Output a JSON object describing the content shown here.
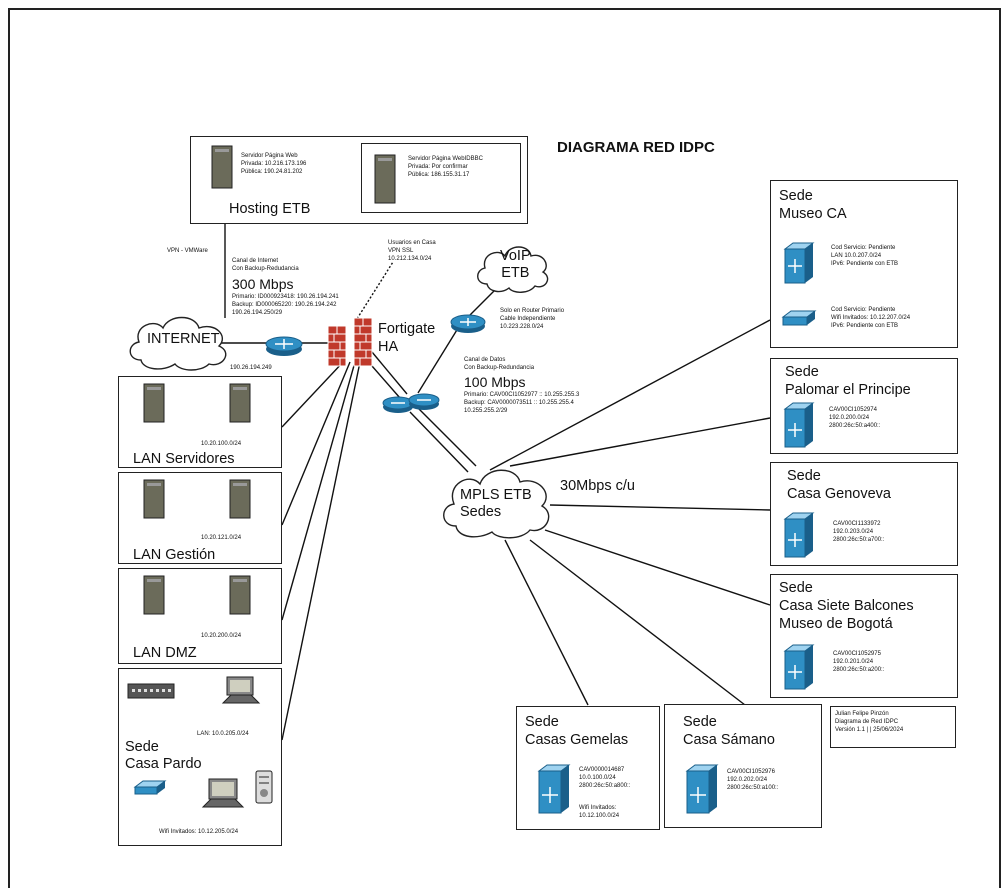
{
  "title": "DIAGRAMA RED IDPC",
  "hosting": {
    "label": "Hosting ETB",
    "server1": "Servidor Página Web\nPrivada: 10.216.173.196\nPública: 190.24.81.202",
    "server2": "Servidor Página WebIDBBC\nPrivada: Por confirmar\nPública: 186.155.31.17"
  },
  "vpn_vmware": "VPN - VMWare",
  "internet_channel": {
    "header": "Canal de Internet\nCon Backup-Redudancia",
    "speed": "300 Mbps",
    "details": "Primario: ID000923418: 190.26.194.241\nBackup: ID000065220: 190.26.194.242\n190.26.194.250/29"
  },
  "vpn_users": "Usuarios en Casa\nVPN SSL\n10.212.134.0/24",
  "voip": {
    "label": "VoIP\nETB"
  },
  "voip_router": "Solo en Router Primario\nCable Independiente\n10.223.228.0/24",
  "internet": {
    "label": "INTERNET",
    "ip": "190.26.194.249"
  },
  "firewall": {
    "label": "Fortigate\nHA"
  },
  "data_channel": {
    "header": "Canal de Datos\nCon Backup-Redundancia",
    "speed": "100 Mbps",
    "details": "Primario: CAV00CI1052977 :: 10.255.255.3\nBackup: CAV0000073511 :: 10.255.255.4\n10.255.255.2/29"
  },
  "mpls": {
    "label": "MPLS ETB\nSedes",
    "speed": "30Mbps c/u"
  },
  "lans": [
    {
      "label": "LAN Servidores",
      "ip": "10.20.100.0/24"
    },
    {
      "label": "LAN Gestión",
      "ip": "10.20.121.0/24"
    },
    {
      "label": "LAN DMZ",
      "ip": "10.20.200.0/24"
    }
  ],
  "casa_pardo": {
    "label": "Sede\nCasa Pardo",
    "lan": "LAN: 10.0.205.0/24",
    "wifi": "Wifi Invitados: 10.12.205.0/24"
  },
  "sites": {
    "museo_ca": {
      "label": "Sede\nMuseo CA",
      "info1": "Cod Servicio: Pendiente\nLAN 10.0.207.0/24\nIPv6: Pendiente con ETB",
      "info2": "Cod Servicio: Pendiente\nWifi Invitados: 10.12.207.0/24\nIPv6: Pendiente con ETB"
    },
    "palomar": {
      "label": "Sede\nPalomar el Principe",
      "info": "CAV00CI1052974\n192.0.200.0/24\n2800:26c:50:a400::"
    },
    "genoveva": {
      "label": "Sede\nCasa Genoveva",
      "info": "CAV00CI1133972\n192.0.203.0/24\n2800:26c:50:a700::"
    },
    "siete_balcones": {
      "label": "Sede\nCasa Siete Balcones\nMuseo de Bogotá",
      "info": "CAV00CI1052975\n192.0.201.0/24\n2800:26c:50:a200::"
    },
    "gemelas": {
      "label": "Sede\nCasas Gemelas",
      "info": "CAV0000014687\n10.0.100.0/24\n2800:26c:50:a800::",
      "wifi": "Wifi Invitados:\n10.12.100.0/24"
    },
    "samano": {
      "label": "Sede\nCasa Sámano",
      "info": "CAV00CI1052976\n192.0.202.0/24\n2800:26c:50:a100::"
    }
  },
  "credit": "Julian Felipe Pinzón\nDiagrama de Red IDPC\nVersión 1.1 | | 25/06/2024",
  "icons": [
    "server-icon",
    "router-icon",
    "firewall-icon",
    "cloud-icon",
    "switch-icon",
    "wifi-ap-icon",
    "computer-icon",
    "phone-icon"
  ],
  "colors": {
    "router": "#1f6f9e",
    "switch": "#2f8fc4",
    "firewall": "#c0392b",
    "server": "#6b6b5a"
  }
}
